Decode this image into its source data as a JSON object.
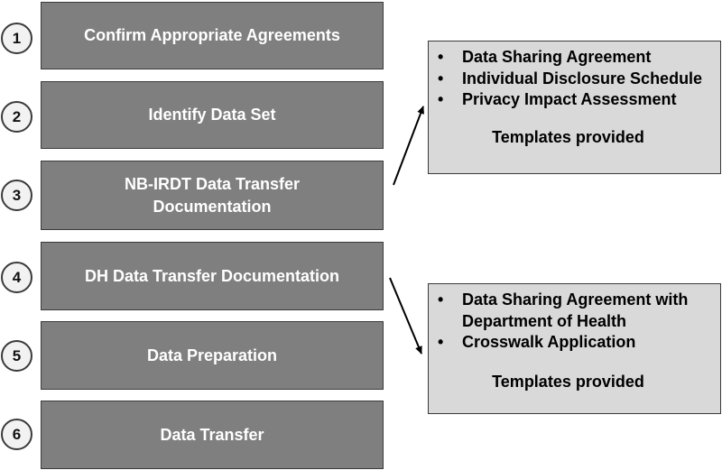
{
  "steps": [
    {
      "number": "1",
      "label": "Confirm Appropriate Agreements"
    },
    {
      "number": "2",
      "label": "Identify Data Set"
    },
    {
      "number": "3",
      "label": "NB-IRDT Data Transfer Documentation"
    },
    {
      "number": "4",
      "label": "DH Data Transfer Documentation"
    },
    {
      "number": "5",
      "label": "Data Preparation"
    },
    {
      "number": "6",
      "label": "Data Transfer"
    }
  ],
  "notes": [
    {
      "items": [
        "Data Sharing Agreement",
        "Individual Disclosure Schedule",
        "Privacy Impact Assessment"
      ],
      "footer": "Templates provided"
    },
    {
      "items": [
        "Data Sharing Agreement with Department of Health",
        "Crosswalk Application"
      ],
      "footer": "Templates provided"
    }
  ],
  "bullet_symbol": "•",
  "colors": {
    "step_box": "#7f7f7f",
    "note_box": "#d9d9d9",
    "circle": "#f2f2f2"
  }
}
